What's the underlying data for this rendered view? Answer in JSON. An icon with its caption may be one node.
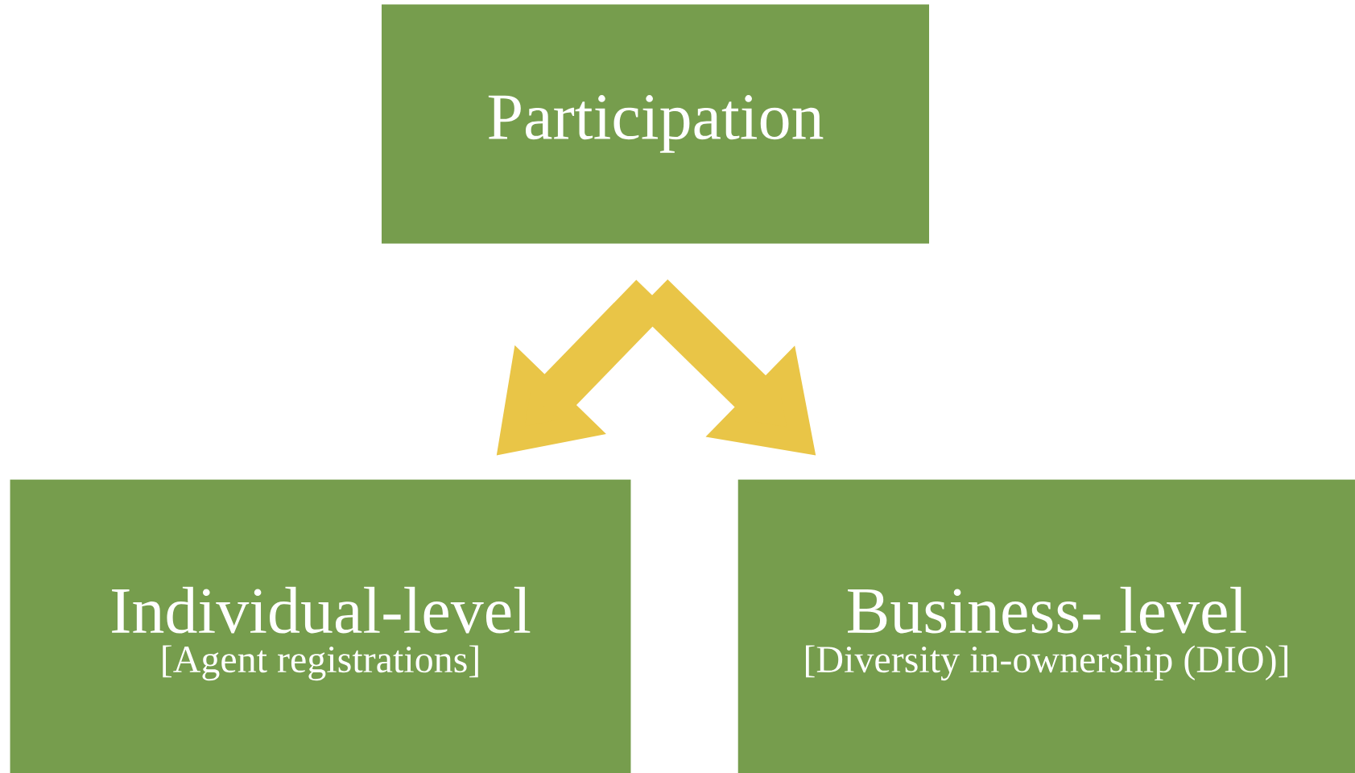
{
  "diagram": {
    "nodes": [
      {
        "text": [
          "Participation"
        ]
      },
      {
        "text": [
          "Individual-level",
          "[Agent registrations]"
        ]
      },
      {
        "text": [
          "Business- level",
          "[Diversity in-ownership (DIO)]"
        ]
      }
    ],
    "edges": [
      {
        "from": 0,
        "to": 1,
        "arrow": "to"
      },
      {
        "from": 0,
        "to": 2,
        "arrow": "to"
      }
    ]
  }
}
